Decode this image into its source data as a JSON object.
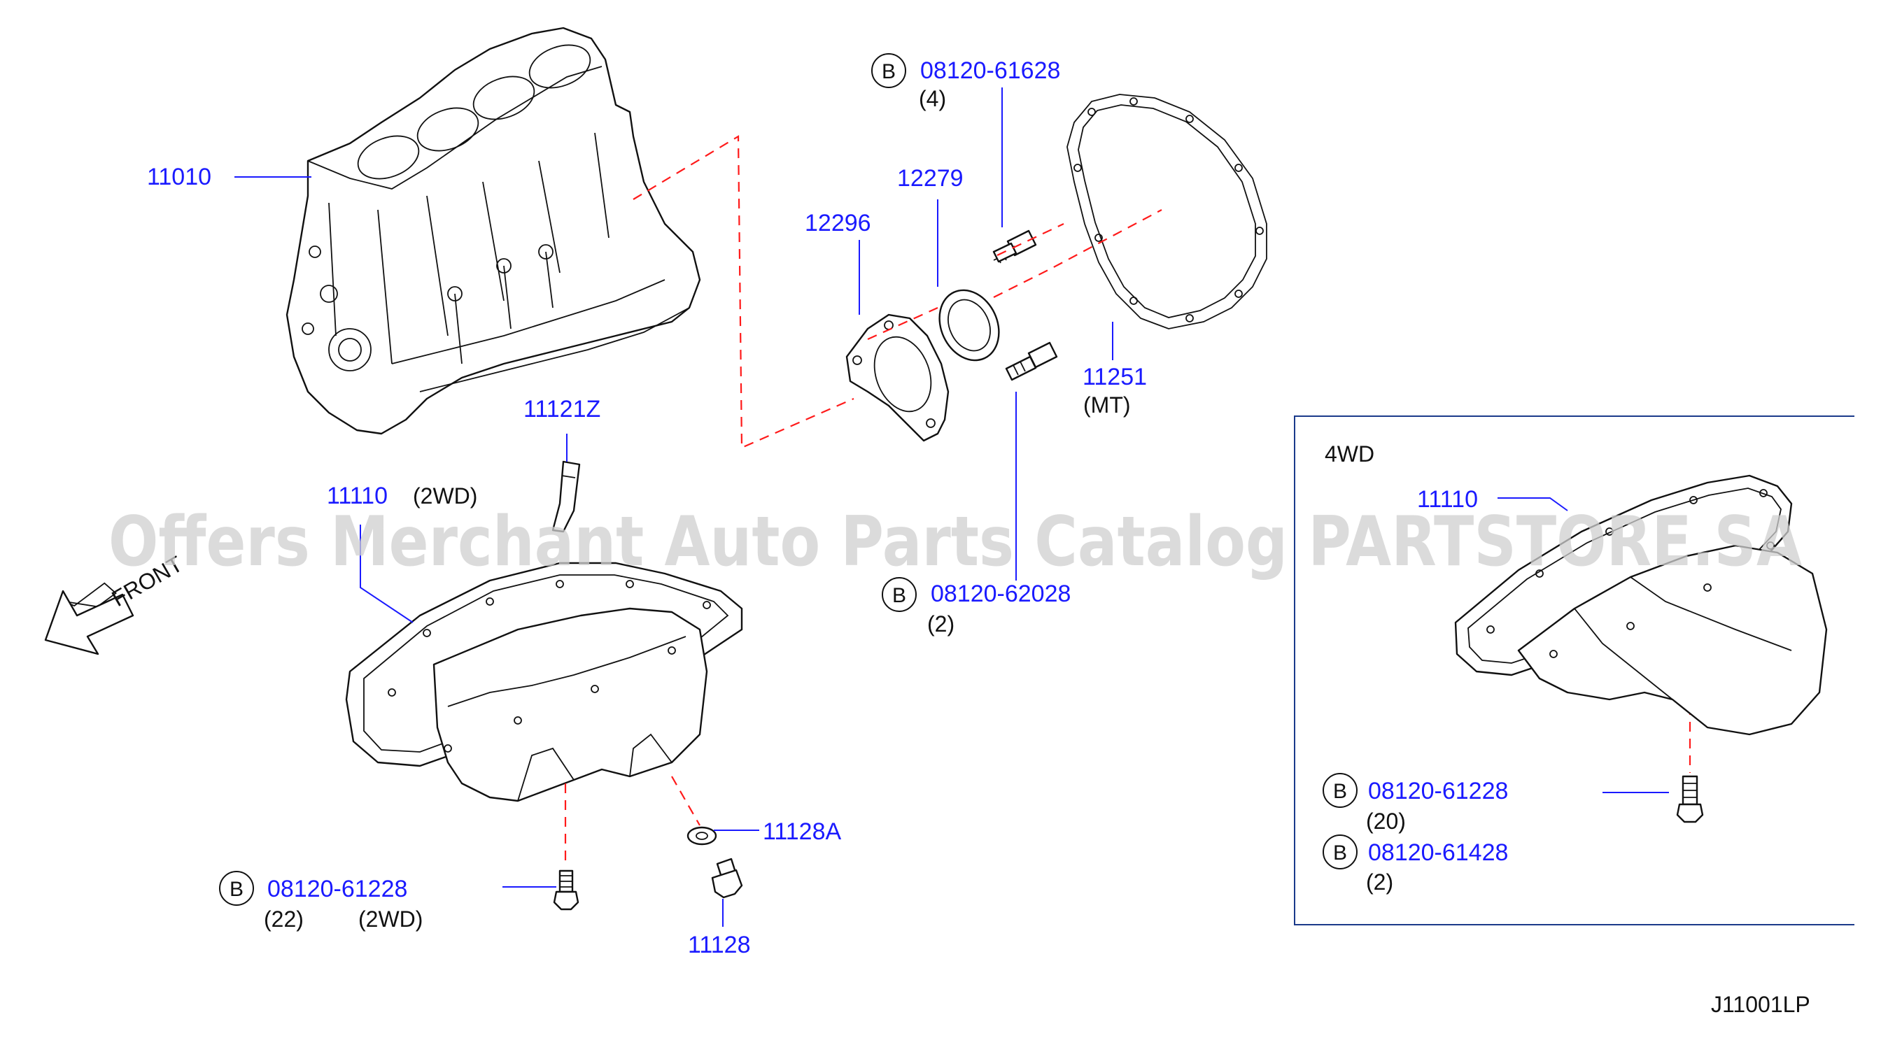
{
  "labels": {
    "p11010": "11010",
    "p11121z": "11121Z",
    "p11110": "11110",
    "p11110_note": "(2WD)",
    "bolt_top_pn": "08120-61628",
    "bolt_top_qty": "(4)",
    "p12279": "12279",
    "p12296": "12296",
    "p11251": "11251",
    "p11251_note": "(MT)",
    "bolt_mid_pn": "08120-62028",
    "bolt_mid_qty": "(2)",
    "p11128a": "11128A",
    "p11128": "11128",
    "bolt_bl_pn": "08120-61228",
    "bolt_bl_qty": "(22)",
    "bolt_bl_note": "(2WD)",
    "front": "FRONT",
    "fourwd_title": "4WD",
    "fourwd_p11110": "11110",
    "fourwd_bolt1_pn": "08120-61228",
    "fourwd_bolt1_qty": "(20)",
    "fourwd_bolt2_pn": "08120-61428",
    "fourwd_bolt2_qty": "(2)",
    "b_marker": "B",
    "diagram_code": "J11001LP",
    "watermark": "Offers Merchant Auto Parts Catalog PARTSTORE.SA"
  },
  "icons": [
    "engine-block-icon",
    "oil-pan-icon",
    "gasket-icon",
    "oil-seal-icon",
    "seal-retainer-icon",
    "bolt-icon",
    "washer-icon",
    "drain-plug-icon",
    "dipstick-guide-icon",
    "front-arrow-icon"
  ],
  "colors": {
    "part_number": "#1a1aff",
    "leader": "#1a1aff",
    "dashed_guide": "#ff1a1a",
    "drawing": "#111111",
    "frame": "#1a3a8a",
    "watermark": "#cfcfcf"
  }
}
